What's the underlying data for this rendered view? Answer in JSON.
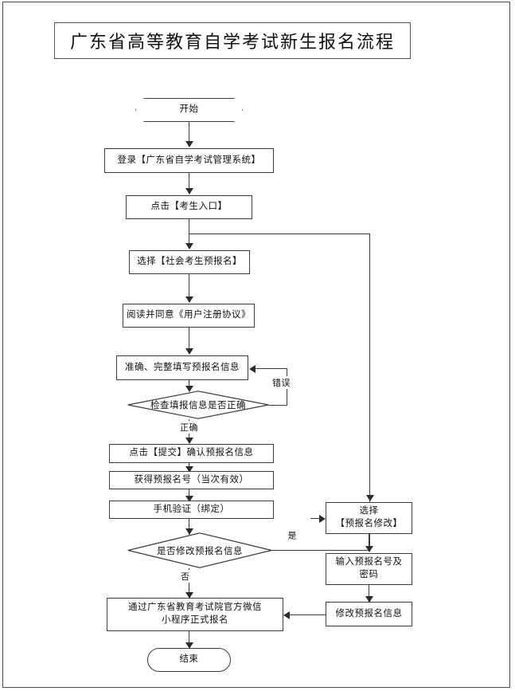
{
  "document": {
    "title": "广东省高等教育自学考试新生报名流程"
  },
  "flow": {
    "nodes": {
      "start": {
        "label": "开始",
        "shape": "hexagon"
      },
      "login": {
        "label": "登录【广东省自学考试管理系统】",
        "shape": "process"
      },
      "entry": {
        "label": "点击【考生入口】",
        "shape": "process"
      },
      "select_pre_register": {
        "label": "选择【社会考生预报名】",
        "shape": "process"
      },
      "agreement": {
        "label": "阅读并同意《用户注册协议》",
        "shape": "process"
      },
      "fill_info": {
        "label": "准确、完整填写预报名信息",
        "shape": "process"
      },
      "check_info": {
        "label": "检查填报信息是否正确",
        "shape": "decision"
      },
      "submit": {
        "label": "点击【提交】确认预报名信息",
        "shape": "process"
      },
      "get_number": {
        "label": "获得预报名号（当次有效）",
        "shape": "process"
      },
      "phone_verify": {
        "label": "手机验证（绑定）",
        "shape": "process"
      },
      "need_modify": {
        "label": "是否修改预报名信息",
        "shape": "decision"
      },
      "wechat_register_line1": {
        "label": "通过广东省教育考试院官方微信",
        "shape": "process"
      },
      "wechat_register_line2": {
        "label": "小程序正式报名",
        "shape": "process"
      },
      "end": {
        "label": "结束",
        "shape": "terminator"
      },
      "select_modify_line1": {
        "label": "选择",
        "shape": "process"
      },
      "select_modify_line2": {
        "label": "【预报名修改】",
        "shape": "process"
      },
      "input_credentials_line1": {
        "label": "输入预报名号及",
        "shape": "process"
      },
      "input_credentials_line2": {
        "label": "密码",
        "shape": "process"
      },
      "modify_info": {
        "label": "修改预报名信息",
        "shape": "process"
      }
    },
    "edge_labels": {
      "error": "错误",
      "correct": "正确",
      "yes": "是",
      "no": "否"
    }
  },
  "colors": {
    "line": "#3c3c3c",
    "text": "#111111",
    "background": "#ffffff",
    "border": "#4a4a4a"
  }
}
